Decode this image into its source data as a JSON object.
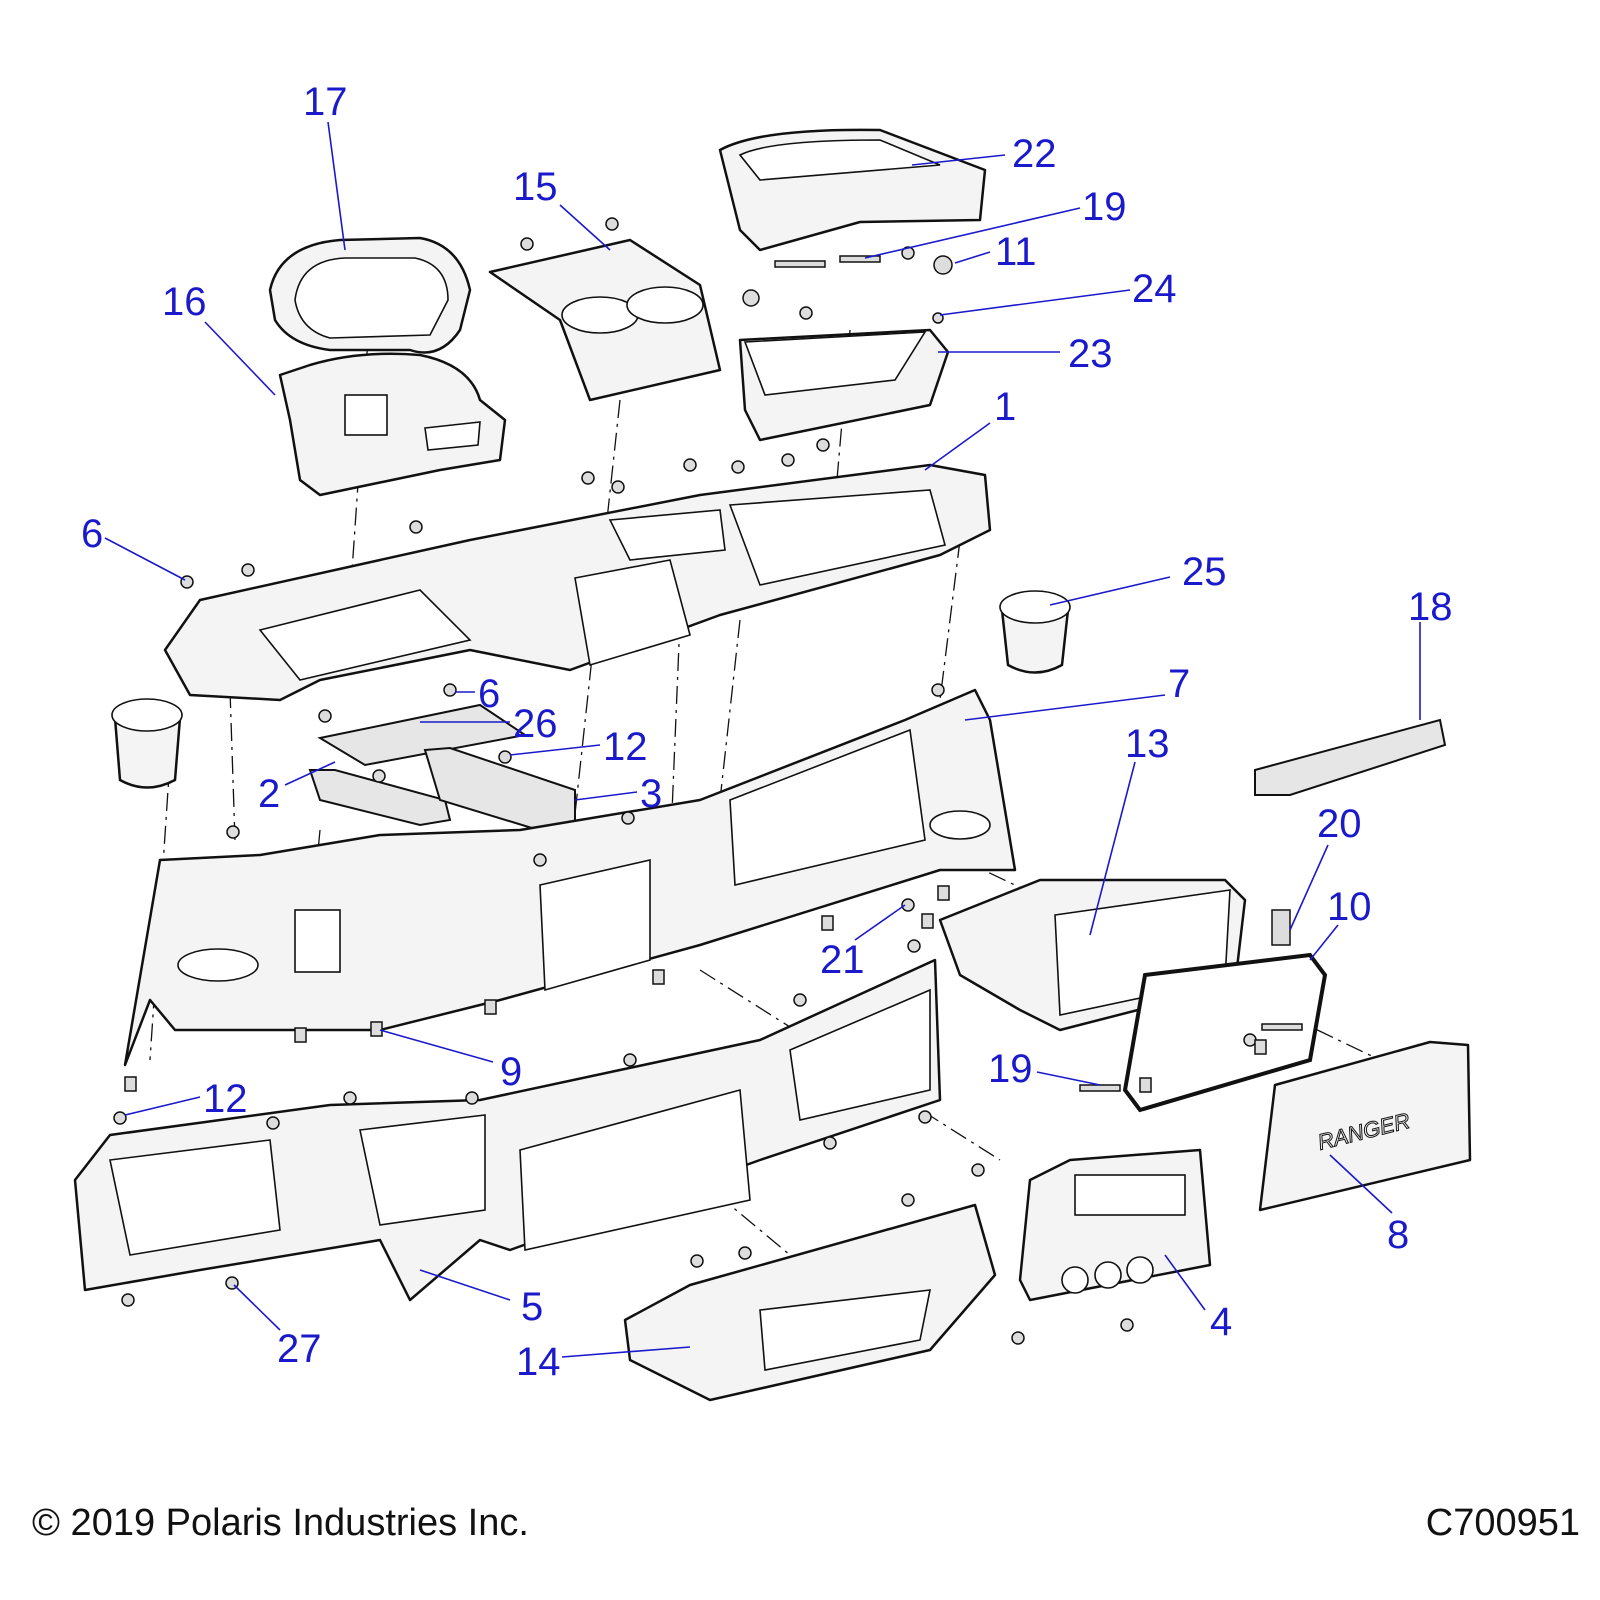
{
  "callouts": [
    "17",
    "22",
    "15",
    "19",
    "11",
    "24",
    "16",
    "23",
    "1",
    "6",
    "25",
    "18",
    "6",
    "7",
    "26",
    "13",
    "12",
    "2",
    "3",
    "20",
    "10",
    "21",
    "9",
    "19",
    "12",
    "8",
    "5",
    "4",
    "27",
    "14"
  ],
  "footer": {
    "copyright": "© 2019 Polaris Industries Inc.",
    "drawing_id": "C700951"
  },
  "glovebox_logo": "RANGER"
}
